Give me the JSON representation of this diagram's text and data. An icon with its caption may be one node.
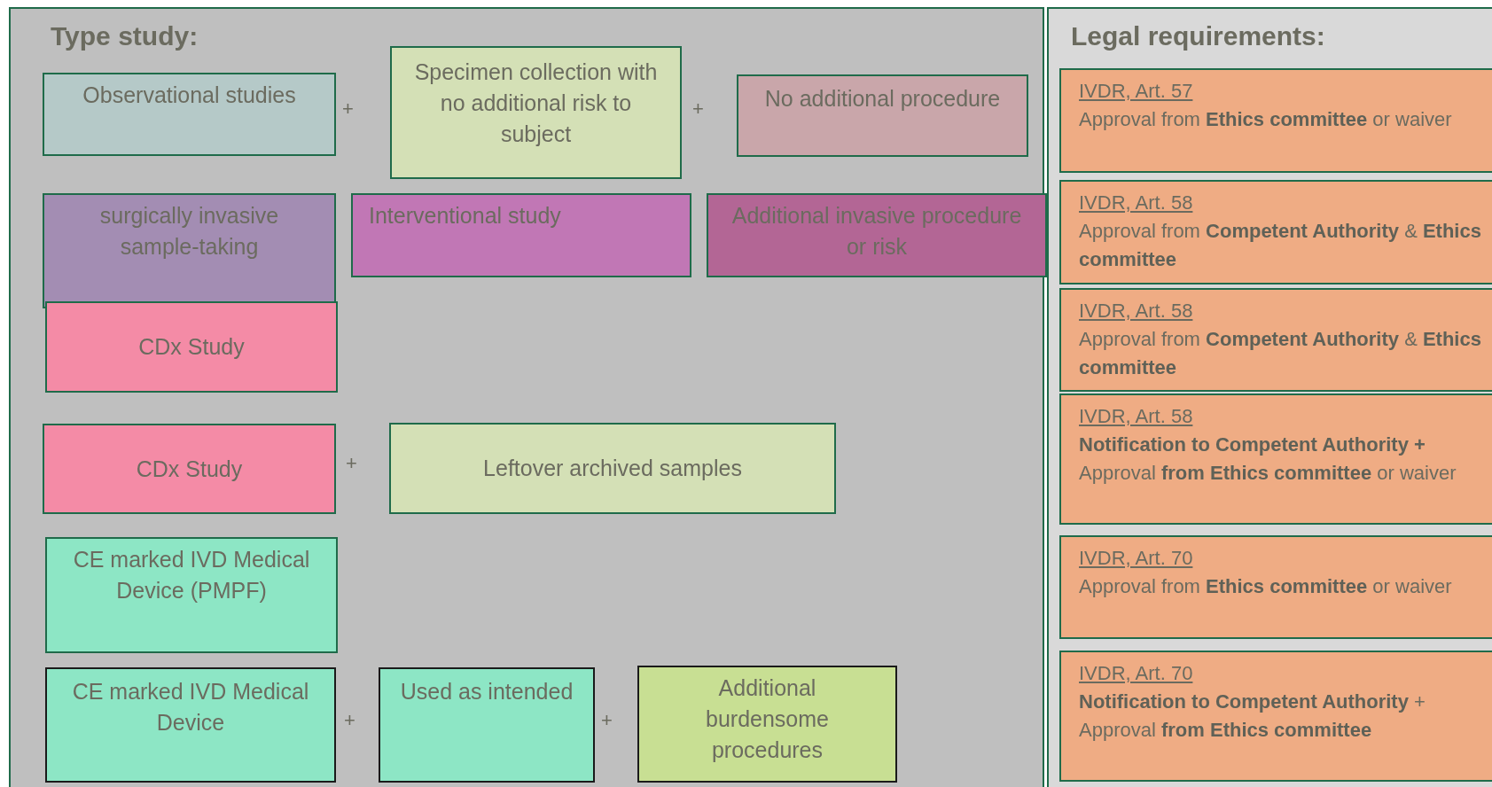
{
  "diagram": {
    "nodes": [
      {
        "text": [
          "Type study:"
        ]
      },
      {
        "text": [
          "Observational studies"
        ],
        "in": 0
      },
      {
        "text": [
          "Specimen collection with no additional risk to subject"
        ],
        "in": 0
      },
      {
        "text": [
          "No additional procedure"
        ],
        "in": 0
      },
      {
        "text": [
          "surgically invasive sample-taking"
        ],
        "in": 0
      },
      {
        "text": [
          "Interventional study"
        ],
        "in": 0
      },
      {
        "text": [
          "Additional invasive procedure or risk"
        ],
        "in": 0
      },
      {
        "text": [
          "CDx Study"
        ],
        "in": 0
      },
      {
        "text": [
          "CDx Study"
        ],
        "in": 0
      },
      {
        "text": [
          "Leftover archived samples"
        ],
        "in": 0
      },
      {
        "text": [
          "CE marked IVD Medical Device (PMPF)"
        ],
        "in": 0
      },
      {
        "text": [
          "CE marked IVD Medical Device"
        ],
        "in": 0
      },
      {
        "text": [
          "Used as intended"
        ],
        "in": 0
      },
      {
        "text": [
          "Additional burdensome procedures"
        ],
        "in": 0
      },
      {
        "text": [
          "Legal requirements:"
        ]
      },
      {
        "text": [
          "IVDR, Art. 57",
          "Approval from **Ethics committee** or waiver"
        ],
        "in": 14
      },
      {
        "text": [
          "IVDR, Art. 58",
          "Approval from **Competent Authority** & **Ethics committee**"
        ],
        "in": 14
      },
      {
        "text": [
          "IVDR, Art. 58",
          "Approval from **Competent Authority** & **Ethics committee**"
        ],
        "in": 14
      },
      {
        "text": [
          "IVDR, Art. 58",
          "**Notification to Competent Authority +** Approval **from Ethics committee** or waiver"
        ],
        "in": 14
      },
      {
        "text": [
          "IVDR, Art. 70",
          "Approval from **Ethics committee** or waiver"
        ],
        "in": 14
      },
      {
        "text": [
          "IVDR, Art. 70",
          "**Notification to Competent Authority** + Approval **from Ethics committee**"
        ],
        "in": 14
      }
    ],
    "edges": [],
    "labels": [
      "+",
      "+",
      "+",
      "+",
      "+"
    ]
  }
}
